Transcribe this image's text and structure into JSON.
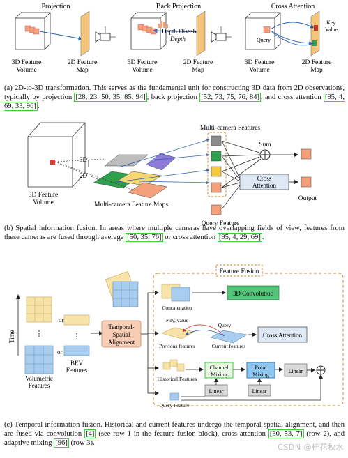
{
  "panel_a": {
    "titles": [
      "Projection",
      "Back Projection",
      "Cross Attention"
    ],
    "labels": {
      "feature_volume_1": "3D Feature",
      "feature_volume_2": "Volume",
      "feature_map_1": "2D Feature",
      "feature_map_2": "Map",
      "depth_distrib": "Depth Distrib",
      "depth": "Depth",
      "query": "Query",
      "key": "Key",
      "value": "Value"
    },
    "caption_prefix": "(a) 2D-to-3D transformation. This serves as the fundamental unit for constructing 3D data from 2D observations, typically by projection",
    "cites_projection": "[28, 23, 50, 35, 85, 94]",
    "caption_mid1": ", back projection",
    "cites_back": "[52, 73, 75, 76, 84]",
    "caption_mid2": ", and cross attention",
    "cites_cross": "[95, 4, 69, 33, 96]",
    "caption_end": "."
  },
  "panel_b": {
    "multi_camera_features": "Multi-camera Features",
    "sum": "Sum",
    "cross_attention_1": "Cross",
    "cross_attention_2": "Attention",
    "output": "Output",
    "query_feature": "Query Feature",
    "feature_maps": "Multi-camera Feature Maps",
    "label_3d": "3D",
    "label_2d": "2D",
    "volume_1": "3D Feature",
    "volume_2": "Volume",
    "caption_prefix": "(b) Spatial information fusion. In areas where multiple cameras have overlapping fields of view, features from these cameras are fused through average",
    "cites_avg": "[50, 35, 76]",
    "caption_mid": " or cross attention",
    "cites_ca": "[95, 4, 29, 69]",
    "caption_end": "."
  },
  "panel_c": {
    "feature_fusion": "Feature Fusion",
    "time": "Time",
    "or": "or",
    "dots": "⋮",
    "volumetric_1": "Volumetric",
    "volumetric_2": "Features",
    "bev_1": "BEV",
    "bev_2": "Features",
    "alignment_1": "Temporal-",
    "alignment_2": "Spatial",
    "alignment_3": "Alignment",
    "concatenation": "Concatenation",
    "conv3d": "3D Convolution",
    "key_value": "Key, value",
    "query": "Query",
    "previous_features": "Previous features",
    "current_features": "Current features",
    "cross_attention": "Cross Attention",
    "historical_features": "Historical Features",
    "channel_1": "Channel",
    "channel_2": "Mixing",
    "point_1": "Point",
    "point_2": "Mixing",
    "linear": "Linear",
    "query_feature": "Query Feature",
    "caption_prefix": "(c) Temporal information fusion. Historical and current features undergo the temporal-spatial alignment, and then are fused via convolution",
    "cites_conv": "[4]",
    "caption_mid1": " (see row 1 in the feature fusion block), cross attention",
    "cites_ca": "[30, 53, 7]",
    "caption_mid2": " (row 2), and adaptive mixing",
    "cites_mix": "[96]",
    "caption_end": " (row 3)."
  },
  "watermark": "CSDN @桂花秋水",
  "colors": {
    "feature_orange": "#f4a07a",
    "cite_border": "#3ad13a",
    "conv_green": "#55c57a",
    "cross_blue": "#dfe9f5",
    "alignment_peach": "#f8cdb6",
    "dashed_orange": "#c98a2c",
    "cube_blue": "#a9cdee",
    "cube_yellow": "#f7e2a7"
  }
}
